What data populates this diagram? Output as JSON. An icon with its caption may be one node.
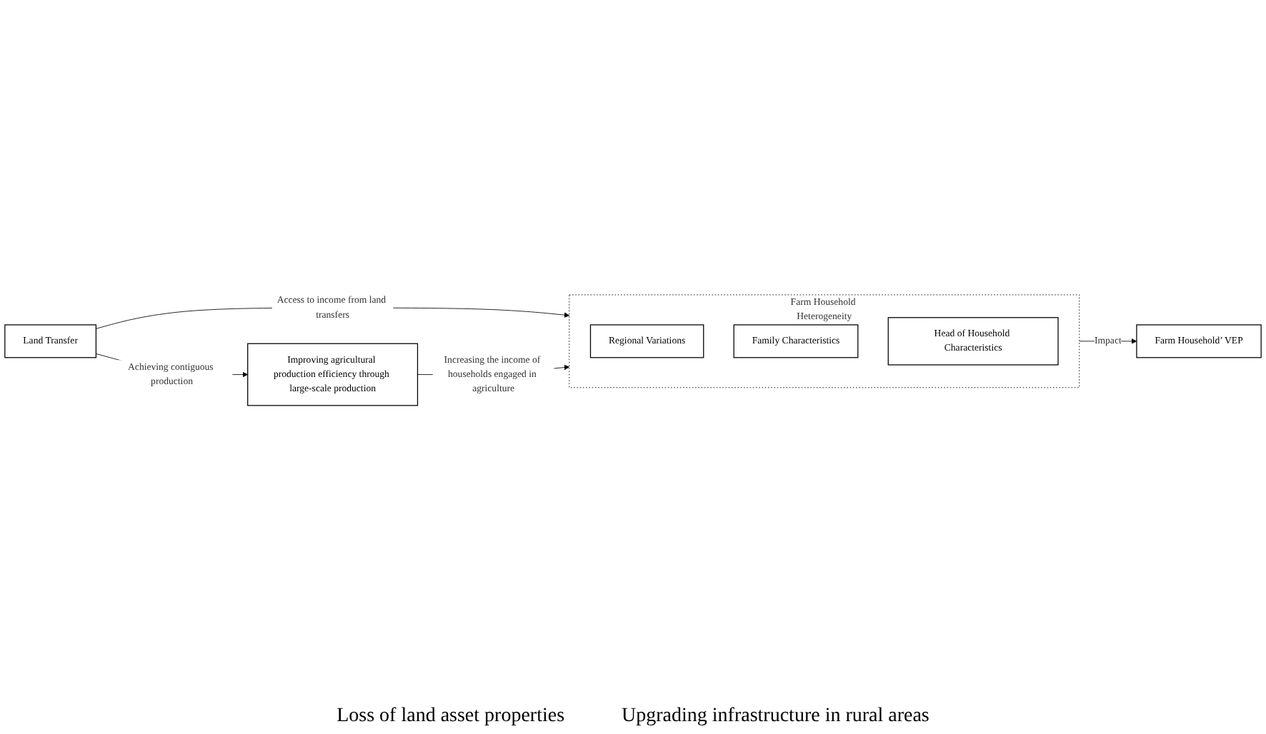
{
  "diagram": {
    "nodes": [
      {
        "text": [
          "Land Transfer"
        ]
      },
      {
        "text": [
          "Farm Household Heterogeneity"
        ]
      },
      {
        "text": [
          "Regional Variations"
        ],
        "in": 1
      },
      {
        "text": [
          "Family Characteristics"
        ],
        "in": 1
      },
      {
        "text": [
          "Head of Household Characteristics"
        ],
        "in": 1
      },
      {
        "text": [
          "Farm Household’ VEP"
        ]
      },
      {
        "text": [
          "Improving agricultural production efficiency through large-scale production"
        ]
      }
    ],
    "edges": [
      {
        "from": 0,
        "to": 1,
        "arrow": "to",
        "label": "Access to income from land transfers"
      },
      {
        "from": 1,
        "to": 5,
        "arrow": "to",
        "label": "Impact"
      },
      {
        "from": 0,
        "to": 6,
        "arrow": "to",
        "label": "Achieving contiguous production"
      },
      {
        "from": 6,
        "to": 1,
        "arrow": "to",
        "label": "Increasing the income of households engaged in agriculture"
      }
    ],
    "labels": [
      "Loss of land asset properties",
      "Upgrading infrastructure in rural areas"
    ]
  }
}
